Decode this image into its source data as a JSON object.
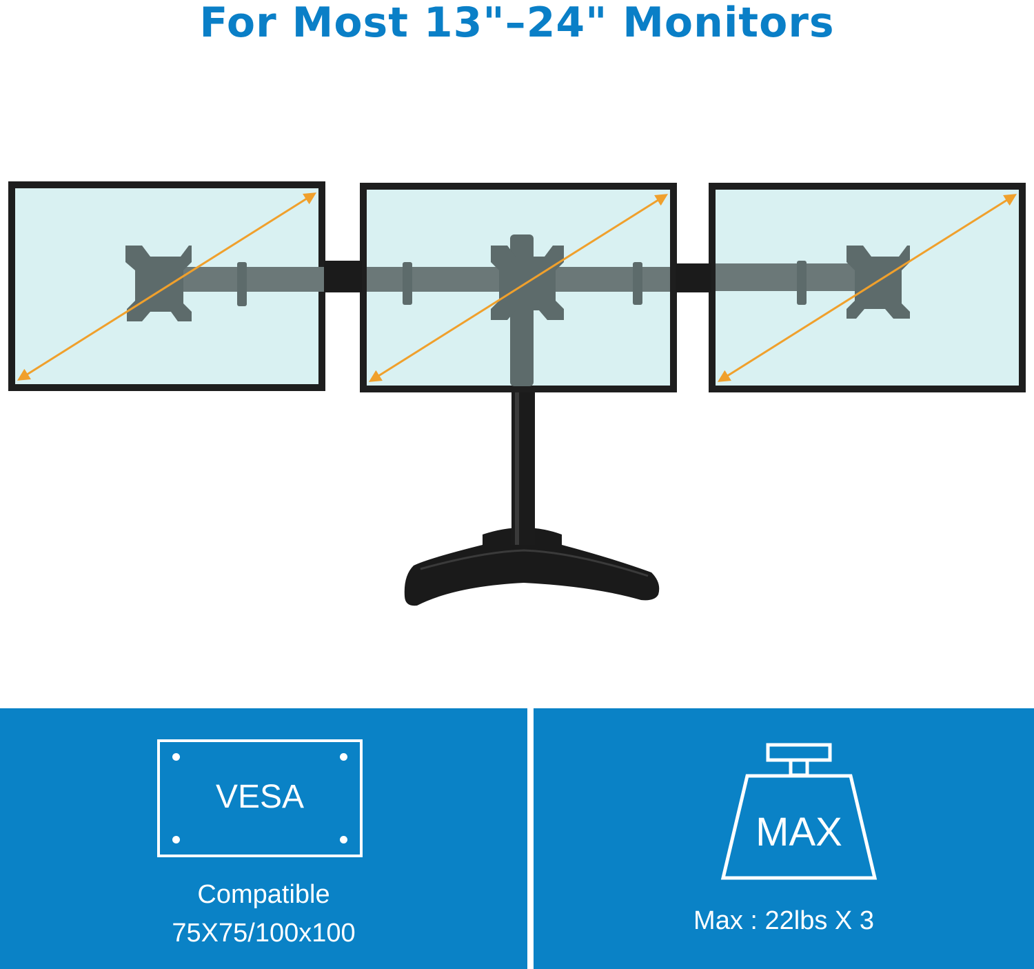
{
  "headline": "For Most 13\"–24\" Monitors",
  "vesa": {
    "box_label": "VESA",
    "line1": "Compatible",
    "line2": "75X75/100x100"
  },
  "weight": {
    "icon_label": "MAX",
    "load_text": "Max : 22lbs X 3"
  },
  "icons": {
    "vesa": "vesa-plate-icon",
    "weight": "weight-icon",
    "diagonal": "diagonal-arrow-icon"
  },
  "colors": {
    "brand_blue": "#0a7fc7",
    "panel_blue": "#0a82c6",
    "screen": "#d9f1f2",
    "bezel": "#1e1e1e",
    "arrow": "#f0a02c",
    "bracket": "#5d6b6b"
  }
}
